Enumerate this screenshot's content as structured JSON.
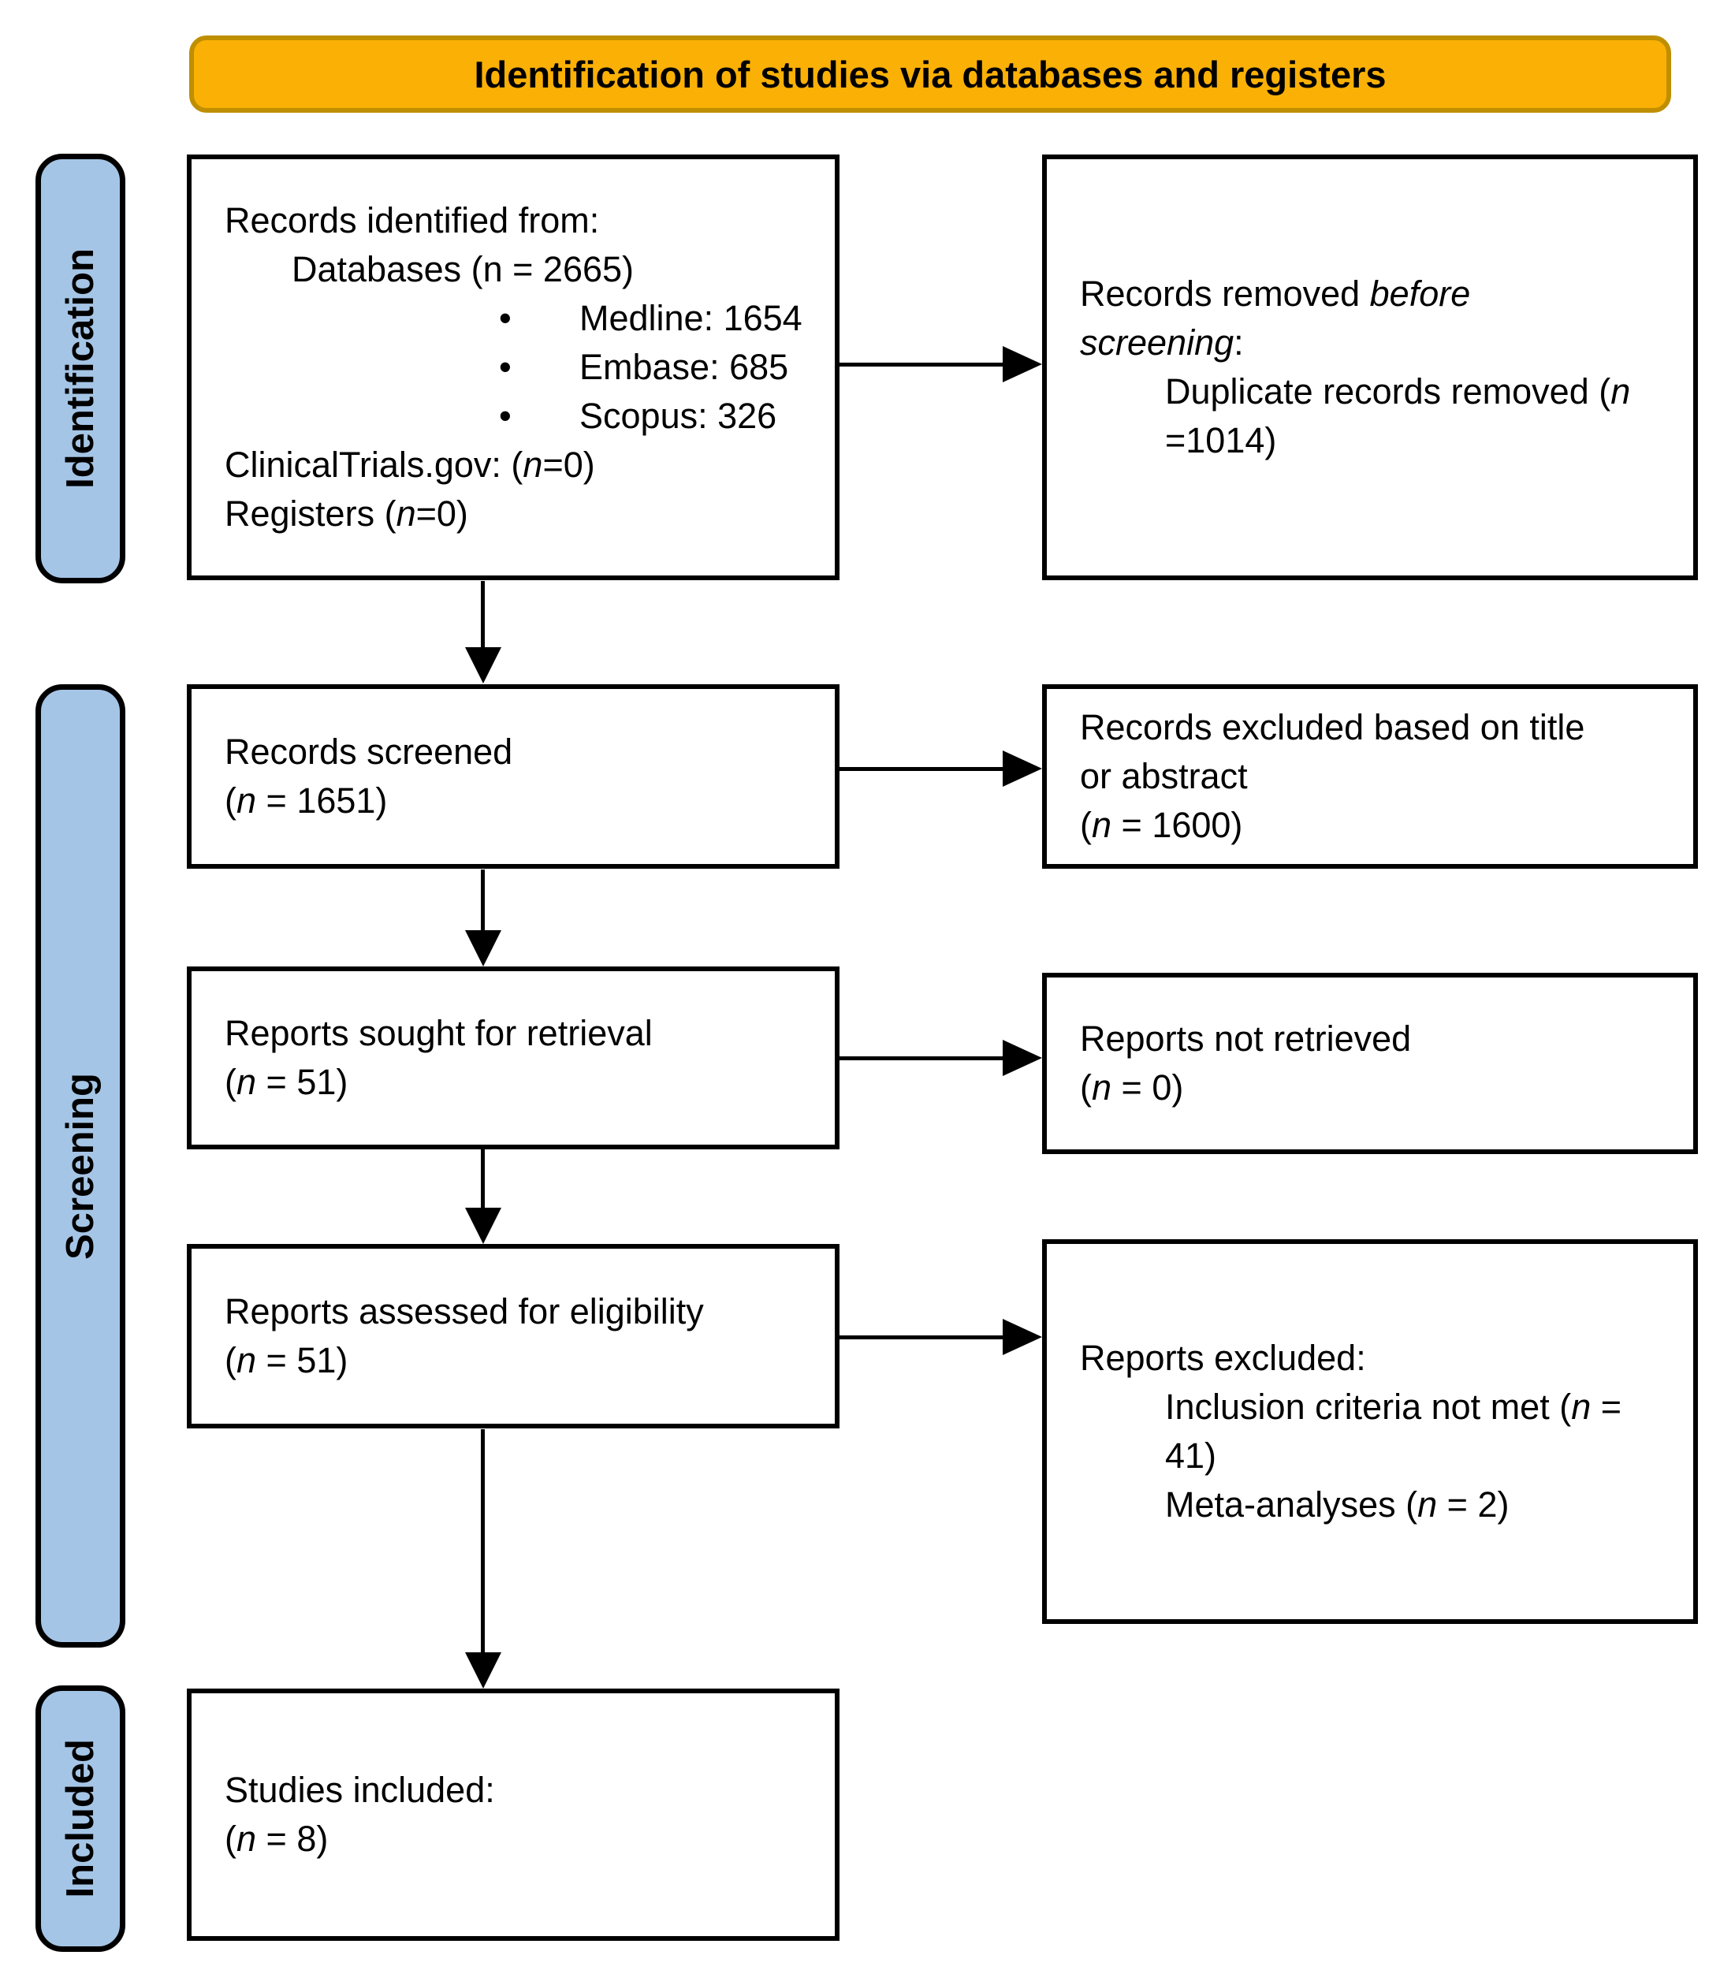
{
  "header": {
    "title": "Identification of studies via databases and registers"
  },
  "stages": [
    {
      "label": "Identification"
    },
    {
      "label": "Screening"
    },
    {
      "label": "Included"
    }
  ],
  "boxes": {
    "records_identified": {
      "lines": [
        {
          "indent": 0,
          "segments": [
            {
              "text": "Records identified from:"
            }
          ]
        },
        {
          "indent": 1,
          "segments": [
            {
              "text": "Databases (n = 2665)"
            }
          ]
        },
        {
          "indent": 0,
          "bullet": true,
          "segments": [
            {
              "text": "Medline: 1654"
            }
          ]
        },
        {
          "indent": 0,
          "bullet": true,
          "segments": [
            {
              "text": "Embase: 685"
            }
          ]
        },
        {
          "indent": 0,
          "bullet": true,
          "segments": [
            {
              "text": "Scopus: 326"
            }
          ]
        },
        {
          "indent": 0,
          "segments": [
            {
              "text": "ClinicalTrials.gov: ("
            },
            {
              "text": "n",
              "italic": true
            },
            {
              "text": "=0)"
            }
          ]
        },
        {
          "indent": 0,
          "segments": [
            {
              "text": "Registers ("
            },
            {
              "text": "n",
              "italic": true
            },
            {
              "text": "=0)"
            }
          ]
        }
      ]
    },
    "records_removed": {
      "lines": [
        {
          "indent": 0,
          "segments": [
            {
              "text": "Records removed "
            },
            {
              "text": "before",
              "italic": true
            }
          ]
        },
        {
          "indent": 0,
          "segments": [
            {
              "text": "screening",
              "italic": true
            },
            {
              "text": ":"
            }
          ]
        },
        {
          "indent": 2,
          "segments": [
            {
              "text": "Duplicate records removed ("
            },
            {
              "text": "n",
              "italic": true
            }
          ]
        },
        {
          "indent": 2,
          "segments": [
            {
              "text": "=1014)"
            }
          ]
        }
      ]
    },
    "records_screened": {
      "lines": [
        {
          "indent": 0,
          "segments": [
            {
              "text": "Records screened"
            }
          ]
        },
        {
          "indent": 0,
          "segments": [
            {
              "text": "("
            },
            {
              "text": "n",
              "italic": true
            },
            {
              "text": " = 1651)"
            }
          ]
        }
      ]
    },
    "records_excluded": {
      "lines": [
        {
          "indent": 0,
          "segments": [
            {
              "text": "Records excluded based on title"
            }
          ]
        },
        {
          "indent": 0,
          "segments": [
            {
              "text": "or abstract"
            }
          ]
        },
        {
          "indent": 0,
          "segments": [
            {
              "text": "("
            },
            {
              "text": "n",
              "italic": true
            },
            {
              "text": " = 1600)"
            }
          ]
        }
      ]
    },
    "reports_sought": {
      "lines": [
        {
          "indent": 0,
          "segments": [
            {
              "text": "Reports sought for retrieval"
            }
          ]
        },
        {
          "indent": 0,
          "segments": [
            {
              "text": "("
            },
            {
              "text": "n",
              "italic": true
            },
            {
              "text": " = 51)"
            }
          ]
        }
      ]
    },
    "reports_not_retrieved": {
      "lines": [
        {
          "indent": 0,
          "segments": [
            {
              "text": "Reports not retrieved"
            }
          ]
        },
        {
          "indent": 0,
          "segments": [
            {
              "text": "("
            },
            {
              "text": "n",
              "italic": true
            },
            {
              "text": " = 0)"
            }
          ]
        }
      ]
    },
    "reports_assessed": {
      "lines": [
        {
          "indent": 0,
          "segments": [
            {
              "text": "Reports assessed for eligibility"
            }
          ]
        },
        {
          "indent": 0,
          "segments": [
            {
              "text": "("
            },
            {
              "text": "n",
              "italic": true
            },
            {
              "text": " = 51)"
            }
          ]
        }
      ]
    },
    "reports_excluded": {
      "lines": [
        {
          "indent": 0,
          "segments": [
            {
              "text": "Reports excluded:"
            }
          ]
        },
        {
          "indent": 2,
          "segments": [
            {
              "text": "Inclusion criteria not met ("
            },
            {
              "text": "n",
              "italic": true
            },
            {
              "text": " ="
            }
          ]
        },
        {
          "indent": 2,
          "segments": [
            {
              "text": "41)"
            }
          ]
        },
        {
          "indent": 2,
          "segments": [
            {
              "text": "Meta-analyses ("
            },
            {
              "text": "n",
              "italic": true
            },
            {
              "text": " = 2)"
            }
          ]
        }
      ]
    },
    "studies_included": {
      "lines": [
        {
          "indent": 0,
          "segments": [
            {
              "text": "Studies included:"
            }
          ]
        },
        {
          "indent": 0,
          "segments": [
            {
              "text": "("
            },
            {
              "text": "n",
              "italic": true
            },
            {
              "text": " = 8)"
            }
          ]
        }
      ]
    }
  },
  "colors": {
    "header_fill": "#FAB005",
    "header_border": "#BF8F00",
    "stage_fill": "#A5C5E6",
    "box_border": "#000000",
    "background": "#FFFFFF"
  }
}
